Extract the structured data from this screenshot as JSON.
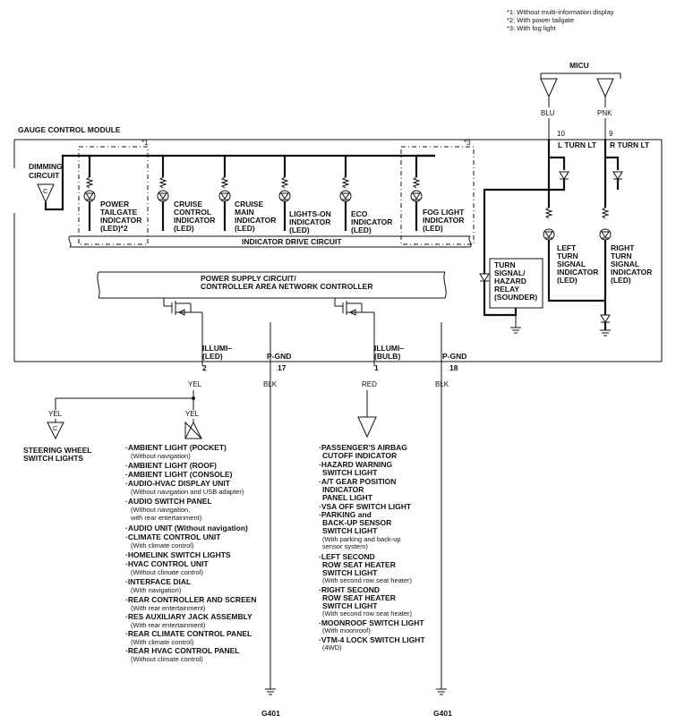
{
  "notes": [
    "*1: Without multi-information display",
    "*2: With power tailgate",
    "*3: With fog light"
  ],
  "micu": {
    "label": "MICU",
    "pins": [
      {
        "wire": "BLU",
        "pin": "10",
        "name": "L TURN LT"
      },
      {
        "wire": "PNK",
        "pin": "9",
        "name": "R TURN LT"
      }
    ]
  },
  "module": {
    "title": "GAUGE CONTROL MODULE",
    "dimming": [
      "DIMMING",
      "CIRCUIT"
    ],
    "connector": "C",
    "marker_left": "*1",
    "marker_right": "*3"
  },
  "indicators": [
    {
      "lines": [
        "POWER",
        "TAILGATE",
        "INDICATOR",
        "(LED)*2"
      ]
    },
    {
      "lines": [
        "CRUISE",
        "CONTROL",
        "INDICATOR",
        "(LED)"
      ]
    },
    {
      "lines": [
        "CRUISE",
        "MAIN",
        "INDICATOR",
        "(LED)"
      ]
    },
    {
      "lines": [
        "LIGHTS-ON",
        "INDICATOR",
        "(LED)"
      ]
    },
    {
      "lines": [
        "ECO",
        "INDICATOR",
        "(LED)"
      ]
    },
    {
      "lines": [
        "FOG LIGHT",
        "INDICATOR",
        "(LED)"
      ]
    }
  ],
  "drive_circuit": "INDICATOR DRIVE CIRCUIT",
  "power_supply": [
    "POWER SUPPLY CIRCUIT/",
    "CONTROLLER AREA NETWORK CONTROLLER"
  ],
  "turn_relay": [
    "TURN",
    "SIGNAL/",
    "HAZARD",
    "RELAY",
    "(SOUNDER)"
  ],
  "turn_left": [
    "LEFT",
    "TURN",
    "SIGNAL",
    "INDICATOR",
    "(LED)"
  ],
  "turn_right": [
    "RIGHT",
    "TURN",
    "SIGNAL",
    "INDICATOR",
    "(LED)"
  ],
  "outputs": [
    {
      "name": [
        "ILLUMI–",
        "(LED)"
      ],
      "pin": "2",
      "wire": "YEL"
    },
    {
      "name": [
        "P-GND"
      ],
      "pin": "17",
      "wire": "BLK"
    },
    {
      "name": [
        "ILLUMI–",
        "(BULB)"
      ],
      "pin": "1",
      "wire": "RED"
    },
    {
      "name": [
        "P-GND"
      ],
      "pin": "18",
      "wire": "BLK"
    }
  ],
  "steering": {
    "wire": "YEL",
    "connector": "C",
    "lines": [
      "STEERING WHEEL",
      "SWITCH LIGHTS"
    ]
  },
  "yel_branch_wire": "YEL",
  "led_list": [
    [
      "·AMBIENT LIGHT (POCKET)",
      "(Without navigation)"
    ],
    [
      "·AMBIENT LIGHT (ROOF)"
    ],
    [
      "·AMBIENT LIGHT (CONSOLE)"
    ],
    [
      "·AUDIO-HVAC DISPLAY UNIT",
      "(Without navigation and USB adapter)"
    ],
    [
      "·AUDIO SWITCH PANEL",
      "(Without navigation,",
      " with rear entertainment)"
    ],
    [
      "·AUDIO UNIT (Without navigation)"
    ],
    [
      "·CLIMATE CONTROL UNIT",
      "(With climate control)"
    ],
    [
      "·HOMELINK SWITCH LIGHTS"
    ],
    [
      "·HVAC CONTROL UNIT",
      "(Without climate control)"
    ],
    [
      "·INTERFACE DIAL",
      "(With navigation)"
    ],
    [
      "·REAR CONTROLLER AND SCREEN",
      "(With rear entertainment)"
    ],
    [
      "·RES AUXILIARY JACK ASSEMBLY",
      "(With rear entertainment)"
    ],
    [
      "·REAR CLIMATE CONTROL PANEL",
      "(With climate control)"
    ],
    [
      "·REAR HVAC CONTROL PANEL",
      "(Without climate control)"
    ]
  ],
  "bulb_list": [
    [
      "·PASSENGER'S AIRBAG",
      "CUTOFF INDICATOR"
    ],
    [
      "·HAZARD WARNING",
      "SWITCH LIGHT"
    ],
    [
      "·A/T GEAR POSITION",
      "INDICATOR",
      "PANEL LIGHT"
    ],
    [
      "·VSA OFF SWITCH LIGHT"
    ],
    [
      "·PARKING and",
      "BACK-UP SENSOR",
      "SWITCH LIGHT",
      "(With parking and back-up",
      "sensor system)"
    ],
    [
      "·LEFT SECOND",
      "ROW SEAT HEATER",
      "SWITCH LIGHT",
      "(With second row seat heater)"
    ],
    [
      "·RIGHT SECOND",
      "ROW SEAT HEATER",
      "SWITCH LIGHT",
      "(With second row seat heater)"
    ],
    [
      "·MOONROOF SWITCH LIGHT",
      "(With moonroof)"
    ],
    [
      "·VTM-4 LOCK SWITCH LIGHT",
      "(4WD)"
    ]
  ],
  "grounds": [
    "G401",
    "G401"
  ]
}
